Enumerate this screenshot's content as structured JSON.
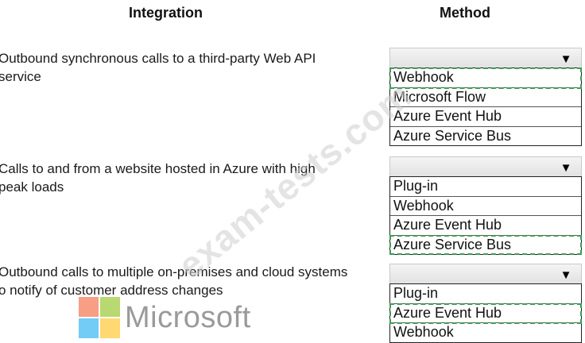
{
  "headers": {
    "integration": "Integration",
    "method": "Method"
  },
  "questions": [
    {
      "text": "Outbound synchronous calls to a third-party Web API\nservice",
      "selected_index": 0,
      "options": [
        "Webhook",
        "Microsoft Flow",
        "Azure Event Hub",
        "Azure Service Bus"
      ]
    },
    {
      "text": "Calls to and from a website hosted in Azure with high\npeak loads",
      "selected_index": 3,
      "options": [
        "Plug-in",
        "Webhook",
        "Azure Event Hub",
        "Azure Service Bus"
      ]
    },
    {
      "text": "Outbound calls to multiple on-premises and cloud systems\no notify of customer address changes",
      "selected_index": 1,
      "options": [
        "Plug-in",
        "Azure Event Hub",
        "Webhook"
      ]
    }
  ],
  "dropdown_arrow": "▼",
  "logo": {
    "text": "Microsoft",
    "colors": [
      "#f25022",
      "#7fba00",
      "#00a4ef",
      "#ffb900"
    ]
  },
  "watermark": "exam-tests.com",
  "accent_selected_outline": "#3f9a56"
}
